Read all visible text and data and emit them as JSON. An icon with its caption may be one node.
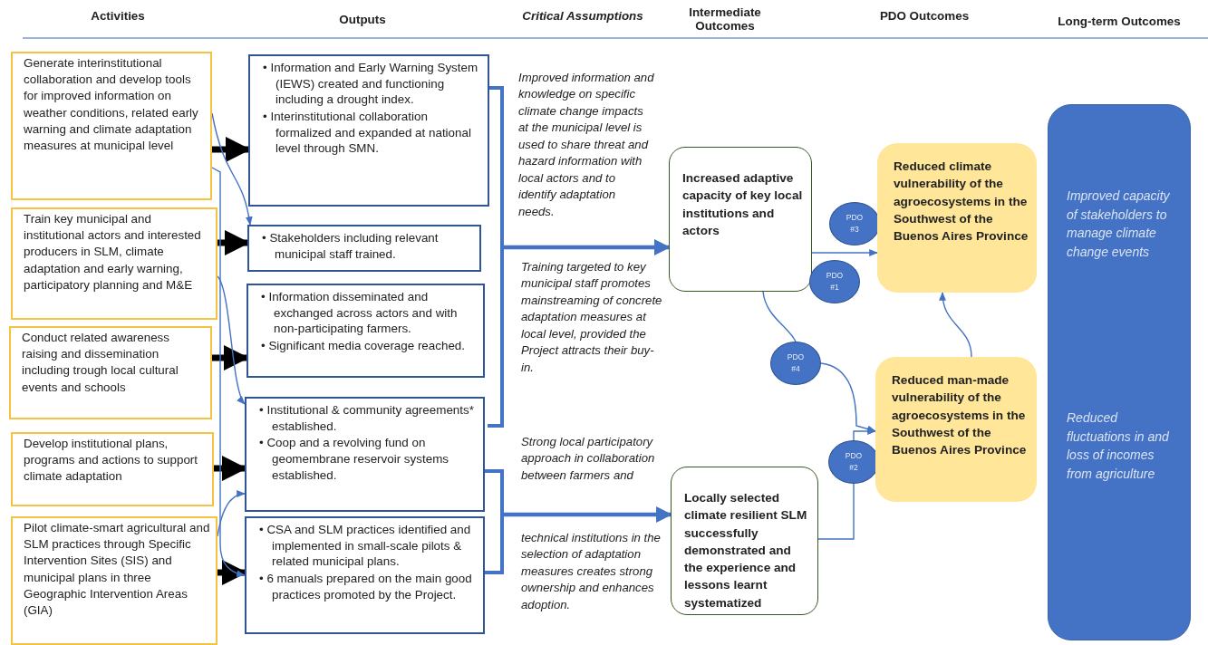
{
  "diagram": {
    "nodes": [
      {
        "text": [
          "Generate interinstitutional collaboration and develop tools for improved information on weather conditions, related early warning and climate adaptation measures at municipal level"
        ]
      },
      {
        "text": [
          "Train key municipal and institutional actors and interested producers in SLM, climate adaptation and early warning, participatory planning and M&E"
        ]
      },
      {
        "text": [
          "Conduct related awareness raising and dissemination including trough local cultural events and schools"
        ]
      },
      {
        "text": [
          "Develop institutional plans, programs and actions to support climate adaptation"
        ]
      },
      {
        "text": [
          "Pilot climate-smart agricultural and SLM practices through Specific Intervention Sites (SIS) and municipal plans in three Geographic Intervention Areas (GIA)"
        ]
      },
      {
        "text": [
          "• Information and Early Warning System (IEWS) created and functioning including a drought index.",
          "• Interinstitutional collaboration formalized and expanded at national level through SMN."
        ]
      },
      {
        "text": [
          "• Stakeholders including relevant municipal staff trained."
        ]
      },
      {
        "text": [
          "• Information disseminated and exchanged across actors and with non-participating farmers.",
          "• Significant media coverage reached."
        ]
      },
      {
        "text": [
          "• Institutional & community agreements* established.",
          "• Coop and a revolving fund on geomembrane reservoir systems established."
        ]
      },
      {
        "text": [
          "• CSA and SLM practices identified and implemented in small-scale pilots & related municipal plans.",
          "• 6 manuals prepared on the main good practices promoted by the Project."
        ]
      },
      {
        "text": [
          "Increased adaptive capacity of key local institutions and actors"
        ]
      },
      {
        "text": [
          "Locally selected climate resilient SLM successfully demonstrated and the experience and lessons learnt systematized"
        ]
      },
      {
        "text": [
          "PDO #3"
        ]
      },
      {
        "text": [
          "PDO #1"
        ]
      },
      {
        "text": [
          "PDO #4"
        ]
      },
      {
        "text": [
          "PDO #2"
        ]
      },
      {
        "text": [
          "Reduced climate vulnerability of the agroecosystems in the Southwest of the Buenos Aires Province"
        ]
      },
      {
        "text": [
          "Reduced man-made vulnerability of the agroecosystems in the Southwest of the Buenos Aires Province"
        ]
      },
      {
        "text": [
          "Improved capacity of stakeholders to manage climate change events",
          "Reduced fluctuations in and loss of incomes from agriculture"
        ]
      },
      {
        "text": [],
        "shape": "bracket"
      },
      {
        "text": [],
        "shape": "bracket"
      }
    ],
    "edges": [
      {
        "from": 0,
        "to": 5,
        "arrow": "to",
        "style": "thick",
        "color": "#000000"
      },
      {
        "from": 1,
        "to": 6,
        "arrow": "to",
        "style": "thick",
        "color": "#000000"
      },
      {
        "from": 2,
        "to": 7,
        "arrow": "to",
        "style": "thick",
        "color": "#000000"
      },
      {
        "from": 3,
        "to": 8,
        "arrow": "to",
        "style": "thick",
        "color": "#000000"
      },
      {
        "from": 4,
        "to": 9,
        "arrow": "to",
        "style": "thick",
        "color": "#000000"
      },
      {
        "from": 0,
        "to": 6,
        "arrow": "to"
      },
      {
        "from": 0,
        "to": 9,
        "arrow": "to"
      },
      {
        "from": 1,
        "to": 8,
        "arrow": "to"
      },
      {
        "from": 4,
        "to": 8,
        "arrow": "to"
      },
      {
        "from": 19,
        "to": 10,
        "arrow": "to",
        "style": "thick"
      },
      {
        "from": 20,
        "to": 11,
        "arrow": "to",
        "style": "thick"
      },
      {
        "from": 10,
        "to": 16,
        "arrow": "to"
      },
      {
        "from": 10,
        "to": 14,
        "arrow": "none"
      },
      {
        "from": 14,
        "to": 17,
        "arrow": "to"
      },
      {
        "from": 11,
        "to": 15,
        "arrow": "none"
      },
      {
        "from": 15,
        "to": 17,
        "arrow": "to"
      },
      {
        "from": 17,
        "to": 16,
        "arrow": "to"
      }
    ],
    "labels": [
      "Activities",
      "Outputs",
      "Critical Assumptions",
      "Intermediate Outcomes",
      "PDO Outcomes",
      "Long-term Outcomes",
      "Improved information and knowledge on specific climate change impacts at the municipal level is used to share threat and hazard information with local actors and to identify adaptation needs.",
      "Training targeted to key municipal staff promotes mainstreaming of concrete adaptation measures at local level, provided the Project attracts their buy-in.",
      "Strong local participatory approach in collaboration between farmers and",
      "technical institutions in the selection of adaptation measures creates strong ownership and enhances adoption."
    ]
  }
}
